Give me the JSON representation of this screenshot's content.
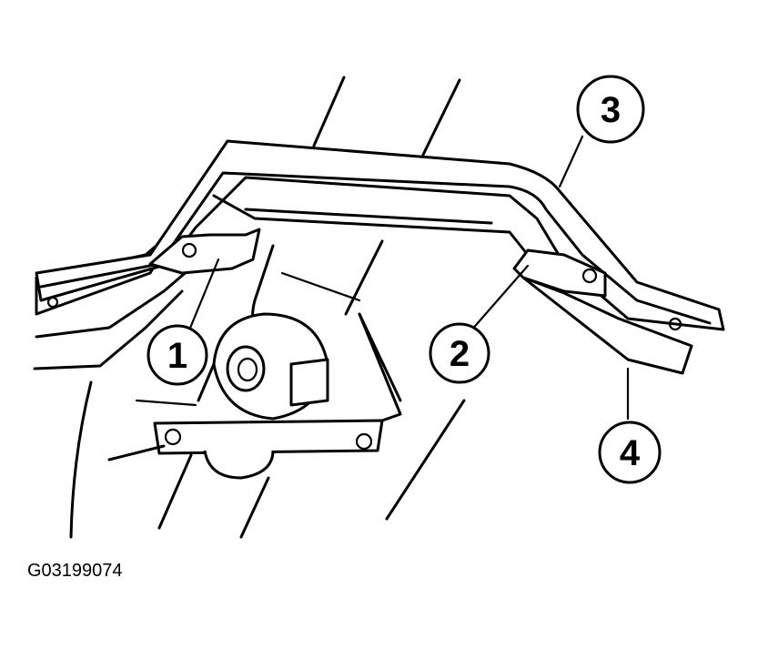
{
  "figure": {
    "id": "G03199074"
  },
  "callouts": [
    {
      "label": "1"
    },
    {
      "label": "2"
    },
    {
      "label": "3"
    },
    {
      "label": "4"
    }
  ]
}
